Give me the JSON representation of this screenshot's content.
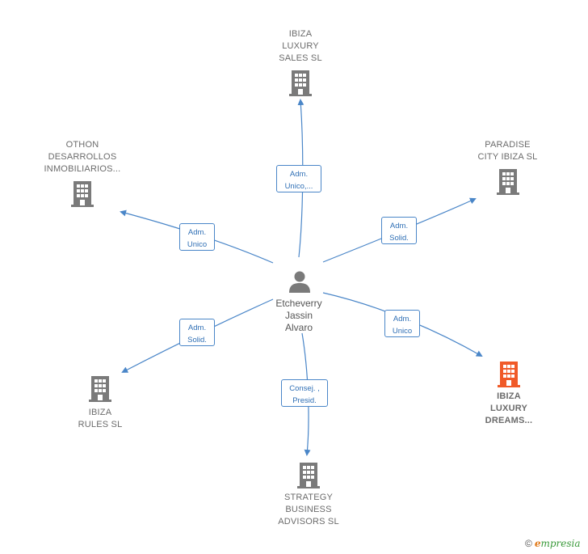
{
  "center": {
    "name": "Etcheverry\nJassin\nAlvaro",
    "icon": "person-icon"
  },
  "companies": [
    {
      "id": "ibiza-luxury-sales",
      "label": "IBIZA\nLUXURY\nSALES  SL",
      "icon": "building-icon"
    },
    {
      "id": "paradise-city-ibiza",
      "label": "PARADISE\nCITY IBIZA  SL",
      "icon": "building-icon"
    },
    {
      "id": "ibiza-luxury-dreams",
      "label": "IBIZA\nLUXURY\nDREAMS...",
      "icon": "building-icon",
      "highlight": true
    },
    {
      "id": "strategy-business-advisors",
      "label": "STRATEGY\nBUSINESS\nADVISORS SL",
      "icon": "building-icon"
    },
    {
      "id": "ibiza-rules",
      "label": "IBIZA\nRULES  SL",
      "icon": "building-icon"
    },
    {
      "id": "othon-desarrollos",
      "label": "OTHON\nDESARROLLOS\nINMOBILIARIOS...",
      "icon": "building-icon"
    }
  ],
  "relations": [
    {
      "to": "ibiza-luxury-sales",
      "label": "Adm.\nUnico,..."
    },
    {
      "to": "paradise-city-ibiza",
      "label": "Adm.\nSolid."
    },
    {
      "to": "ibiza-luxury-dreams",
      "label": "Adm.\nUnico"
    },
    {
      "to": "strategy-business-advisors",
      "label": "Consej. ,\nPresid."
    },
    {
      "to": "ibiza-rules",
      "label": "Adm.\nSolid."
    },
    {
      "to": "othon-desarrollos",
      "label": "Adm.\nUnico"
    }
  ],
  "footer": {
    "copyright": "©",
    "brand_initial": "e",
    "brand_rest": "mpresia"
  },
  "colors": {
    "edge": "#4a86c8",
    "building": "#7a7a7a",
    "building_highlight": "#f05a28",
    "person": "#7a7a7a"
  }
}
